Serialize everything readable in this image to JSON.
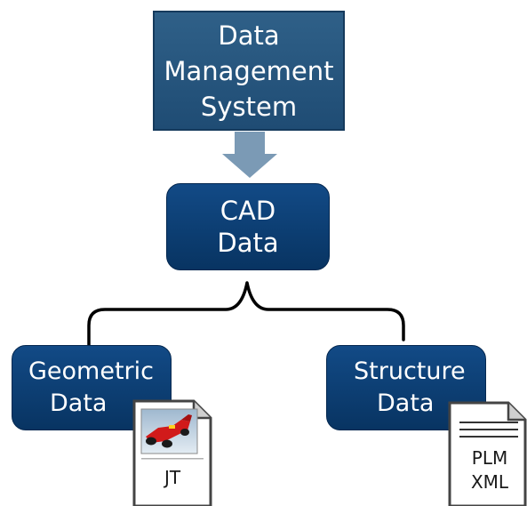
{
  "diagram": {
    "top_box": {
      "lines": [
        "Data",
        "Management",
        "System"
      ]
    },
    "center_box": {
      "lines": [
        "CAD",
        "Data"
      ]
    },
    "left_box": {
      "lines": [
        "Geometric",
        "Data"
      ]
    },
    "right_box": {
      "lines": [
        "Structure",
        "Data"
      ]
    },
    "left_doc": {
      "label": "JT",
      "thumbnail": "race-car-image"
    },
    "right_doc": {
      "lines": [
        "PLM",
        "XML"
      ],
      "icon": "document-lines-icon"
    }
  },
  "colors": {
    "top_box": "#2a5a84",
    "node_fill": "#0d3e72",
    "arrow": "#7b9ab5",
    "bracket": "#000000",
    "doc_border": "#444444",
    "doc_fill": "#ffffff",
    "doc_fold": "#bfbfbf"
  }
}
